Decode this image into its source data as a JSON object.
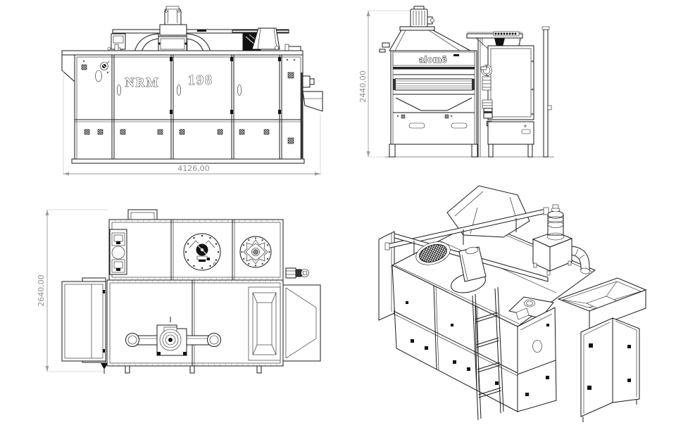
{
  "drawing": {
    "background_color": "#ffffff",
    "line_color": "#1a1a1a",
    "dimension_color": "#8f8f8f",
    "views": {
      "front": {
        "machine_label": "NRM",
        "model_number": "198",
        "width_dimension": "4126,00"
      },
      "side": {
        "brand_logo": "alomē",
        "height_dimension": "2440,00"
      },
      "top": {
        "depth_dimension": "2640,00"
      }
    }
  }
}
